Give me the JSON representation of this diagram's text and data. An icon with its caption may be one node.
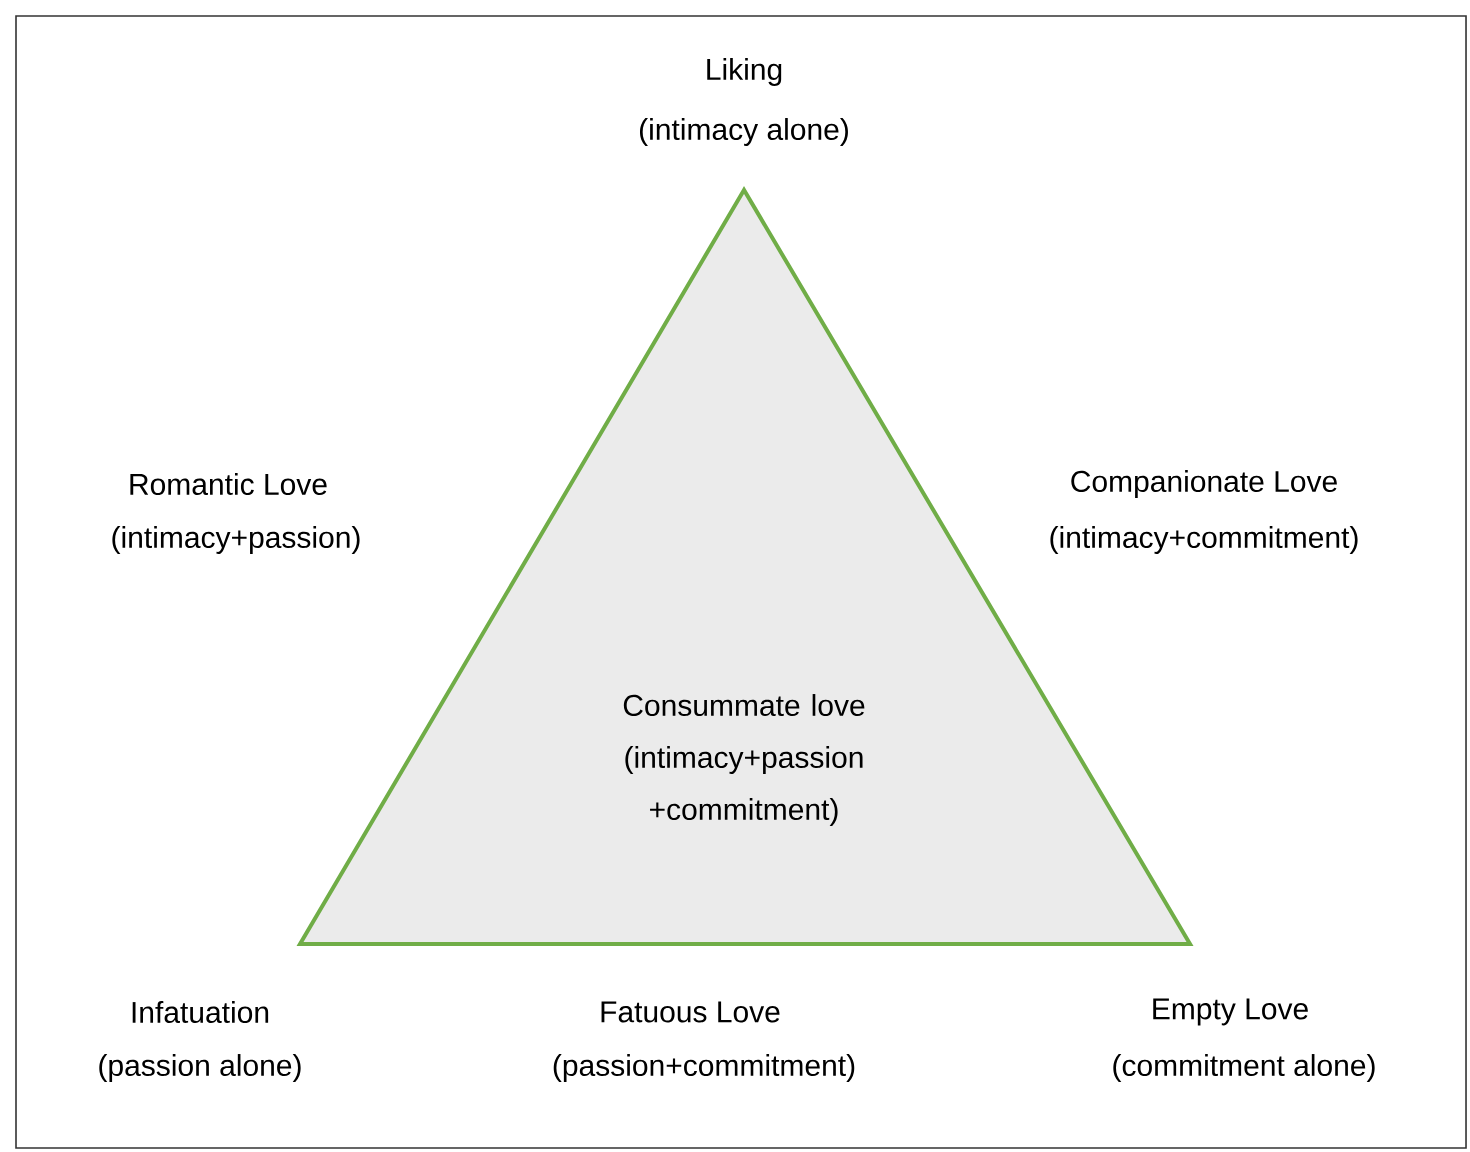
{
  "diagram": {
    "nodes": [
      {
        "text": [
          "Consummate love",
          "(intimacy+passion +commitment)"
        ]
      }
    ],
    "labels": [
      "Liking",
      "(intimacy alone)",
      "Romantic Love",
      "Companionate Love",
      "(intimacy+passion)",
      "(intimacy+commitment)",
      "Infatuation",
      "Fatuous Love",
      "Empty Love",
      "(passion alone)",
      "(passion+commitment)",
      "(commitment alone)"
    ]
  }
}
